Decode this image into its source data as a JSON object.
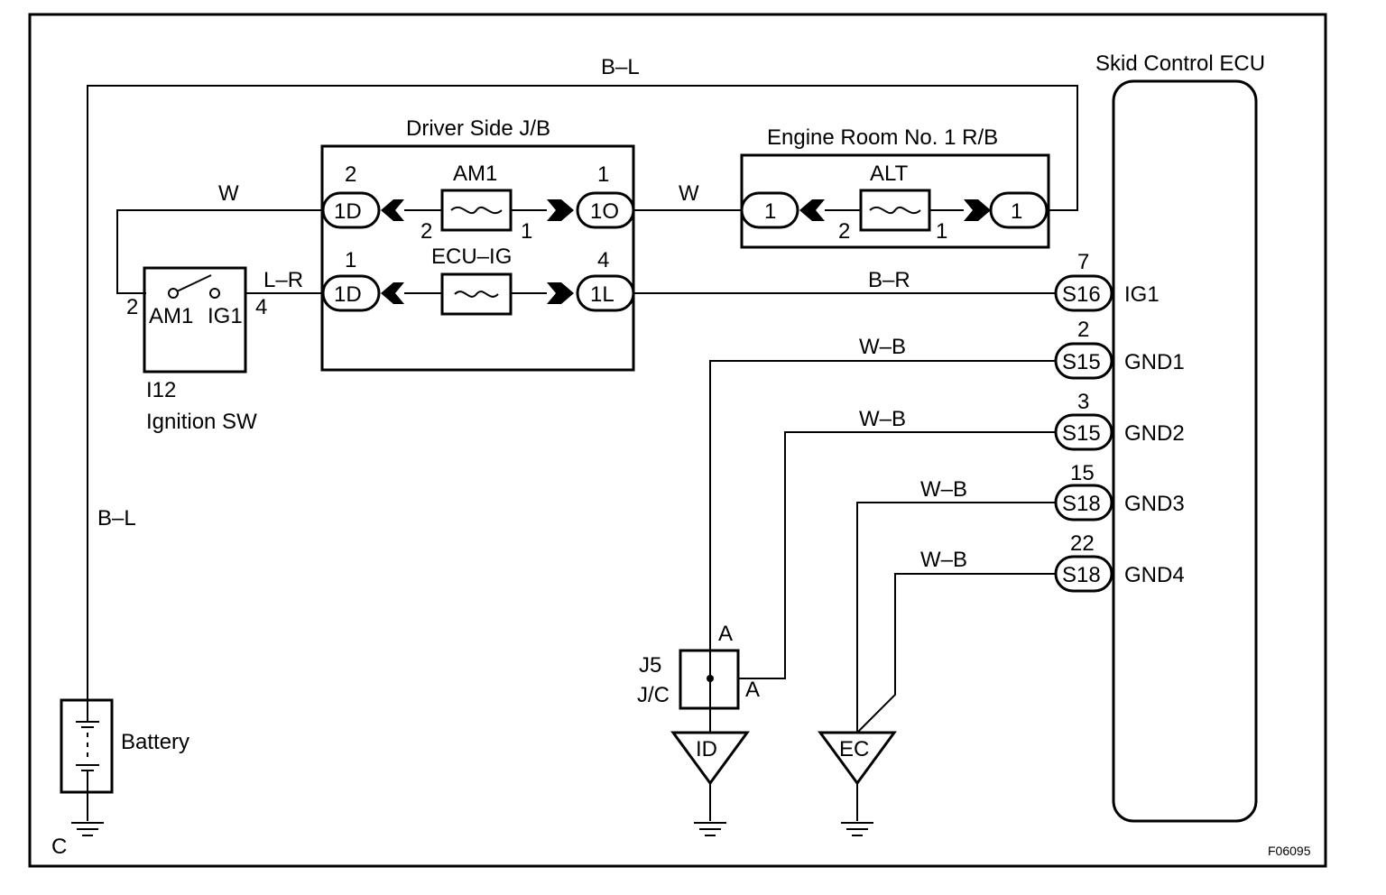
{
  "frame": {
    "corner_label": "C",
    "figure_id": "F06095"
  },
  "ecu": {
    "title": "Skid Control ECU",
    "pins": [
      {
        "num": "7",
        "connector": "S16",
        "name": "IG1",
        "wire": "B–R"
      },
      {
        "num": "2",
        "connector": "S15",
        "name": "GND1",
        "wire": "W–B"
      },
      {
        "num": "3",
        "connector": "S15",
        "name": "GND2",
        "wire": "W–B"
      },
      {
        "num": "15",
        "connector": "S18",
        "name": "GND3",
        "wire": "W–B"
      },
      {
        "num": "22",
        "connector": "S18",
        "name": "GND4",
        "wire": "W–B"
      }
    ]
  },
  "top_wire": {
    "color": "B–L"
  },
  "driver_jb": {
    "title": "Driver Side J/B",
    "row1": {
      "left_pin": "2",
      "left_conn": "1D",
      "fuse": "AM1",
      "fuse_in": "2",
      "fuse_out": "1",
      "right_pin": "1",
      "right_conn": "1O"
    },
    "row2": {
      "left_pin": "1",
      "left_conn": "1D",
      "fuse": "ECU–IG",
      "right_pin": "4",
      "right_conn": "1L"
    }
  },
  "engine_rb": {
    "title": "Engine Room No. 1 R/B",
    "left_conn": "1",
    "fuse": "ALT",
    "fuse_in": "2",
    "fuse_out": "1",
    "right_conn": "1"
  },
  "wires": {
    "w_left": "W",
    "w_mid": "W",
    "lr": "L–R",
    "bl_left": "B–L"
  },
  "ignition": {
    "code": "I12",
    "name": "Ignition SW",
    "pin_left": "2",
    "pin_right": "4",
    "term1": "AM1",
    "term2": "IG1"
  },
  "junction": {
    "code": "J5",
    "type": "J/C",
    "pin_top": "A",
    "pin_right": "A"
  },
  "grounds": {
    "g1": "ID",
    "g2": "EC"
  },
  "battery": {
    "label": "Battery"
  }
}
